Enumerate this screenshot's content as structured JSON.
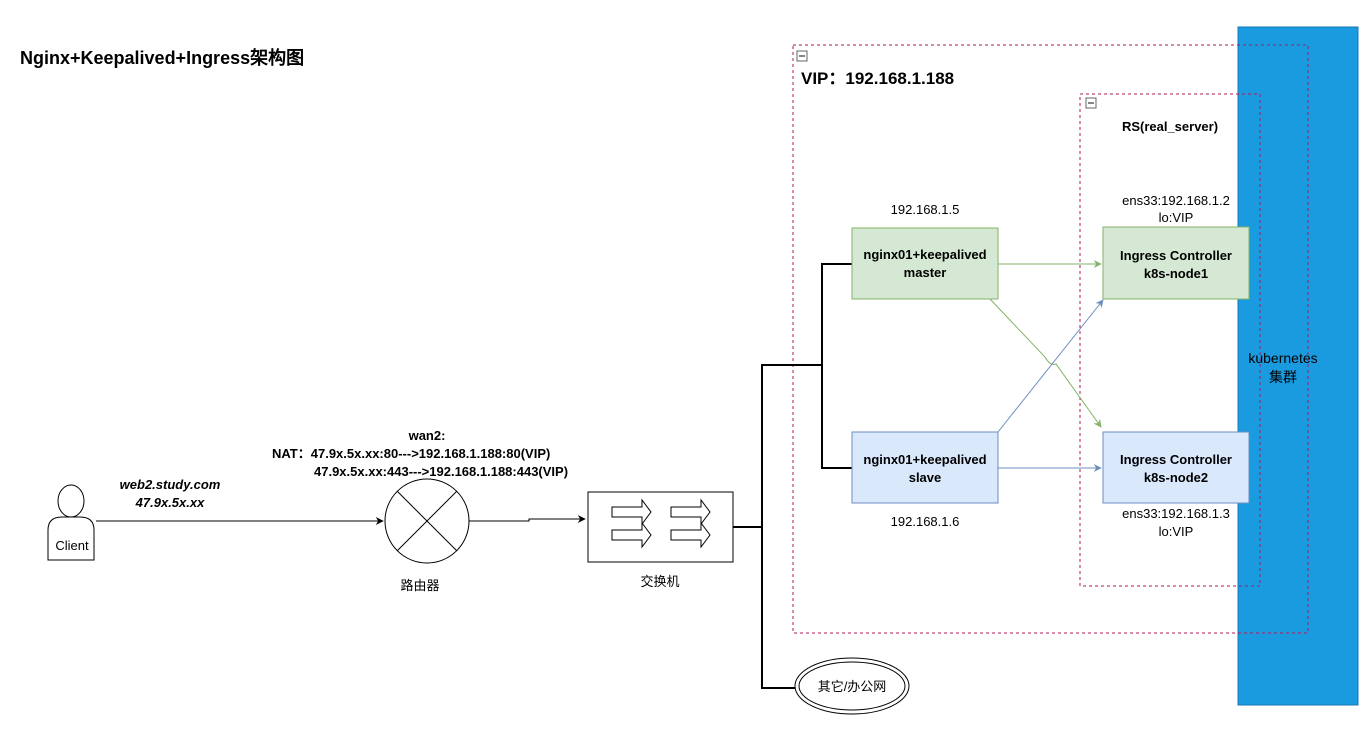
{
  "title": "Nginx+Keepalived+Ingress架构图",
  "colors": {
    "group_border": "#b0195a",
    "master_fill": "#d5e8d4",
    "master_stroke": "#82b366",
    "slave_fill": "#dae8fc",
    "slave_stroke": "#6c8ebf",
    "k8s_fill": "#1a9be0",
    "k8s_stroke": "#1478b8"
  },
  "vip_group": {
    "label": "VIP：192.168.1.188",
    "collapse_icon": "minus-box-icon"
  },
  "rs_group": {
    "label": "RS(real_server)",
    "collapse_icon": "minus-box-icon"
  },
  "client": {
    "label": "Client",
    "icon": "person-icon",
    "domain": "web2.study.com",
    "ip": "47.9x.5x.xx"
  },
  "router": {
    "label": "路由器",
    "icon": "router-icon",
    "wan_label": "wan2:",
    "nat_line1": "NAT：47.9x.5x.xx:80--->192.168.1.188:80(VIP)",
    "nat_line2": "47.9x.5x.xx:443--->192.168.1.188:443(VIP)"
  },
  "switch": {
    "label": "交换机",
    "icon": "switch-icon"
  },
  "other_network": {
    "label": "其它/办公网"
  },
  "nginx_master": {
    "line1": "nginx01+keepalived",
    "line2": "master",
    "ip": "192.168.1.5"
  },
  "nginx_slave": {
    "line1": "nginx01+keepalived",
    "line2": "slave",
    "ip": "192.168.1.6"
  },
  "ingress1": {
    "line1": "Ingress Controller",
    "line2": "k8s-node1",
    "ens": "ens33:192.168.1.2",
    "lo": "lo:VIP"
  },
  "ingress2": {
    "line1": "Ingress Controller",
    "line2": "k8s-node2",
    "ens": "ens33:192.168.1.3",
    "lo": "lo:VIP"
  },
  "kubernetes": {
    "line1": "kubernetes",
    "line2": "集群"
  }
}
